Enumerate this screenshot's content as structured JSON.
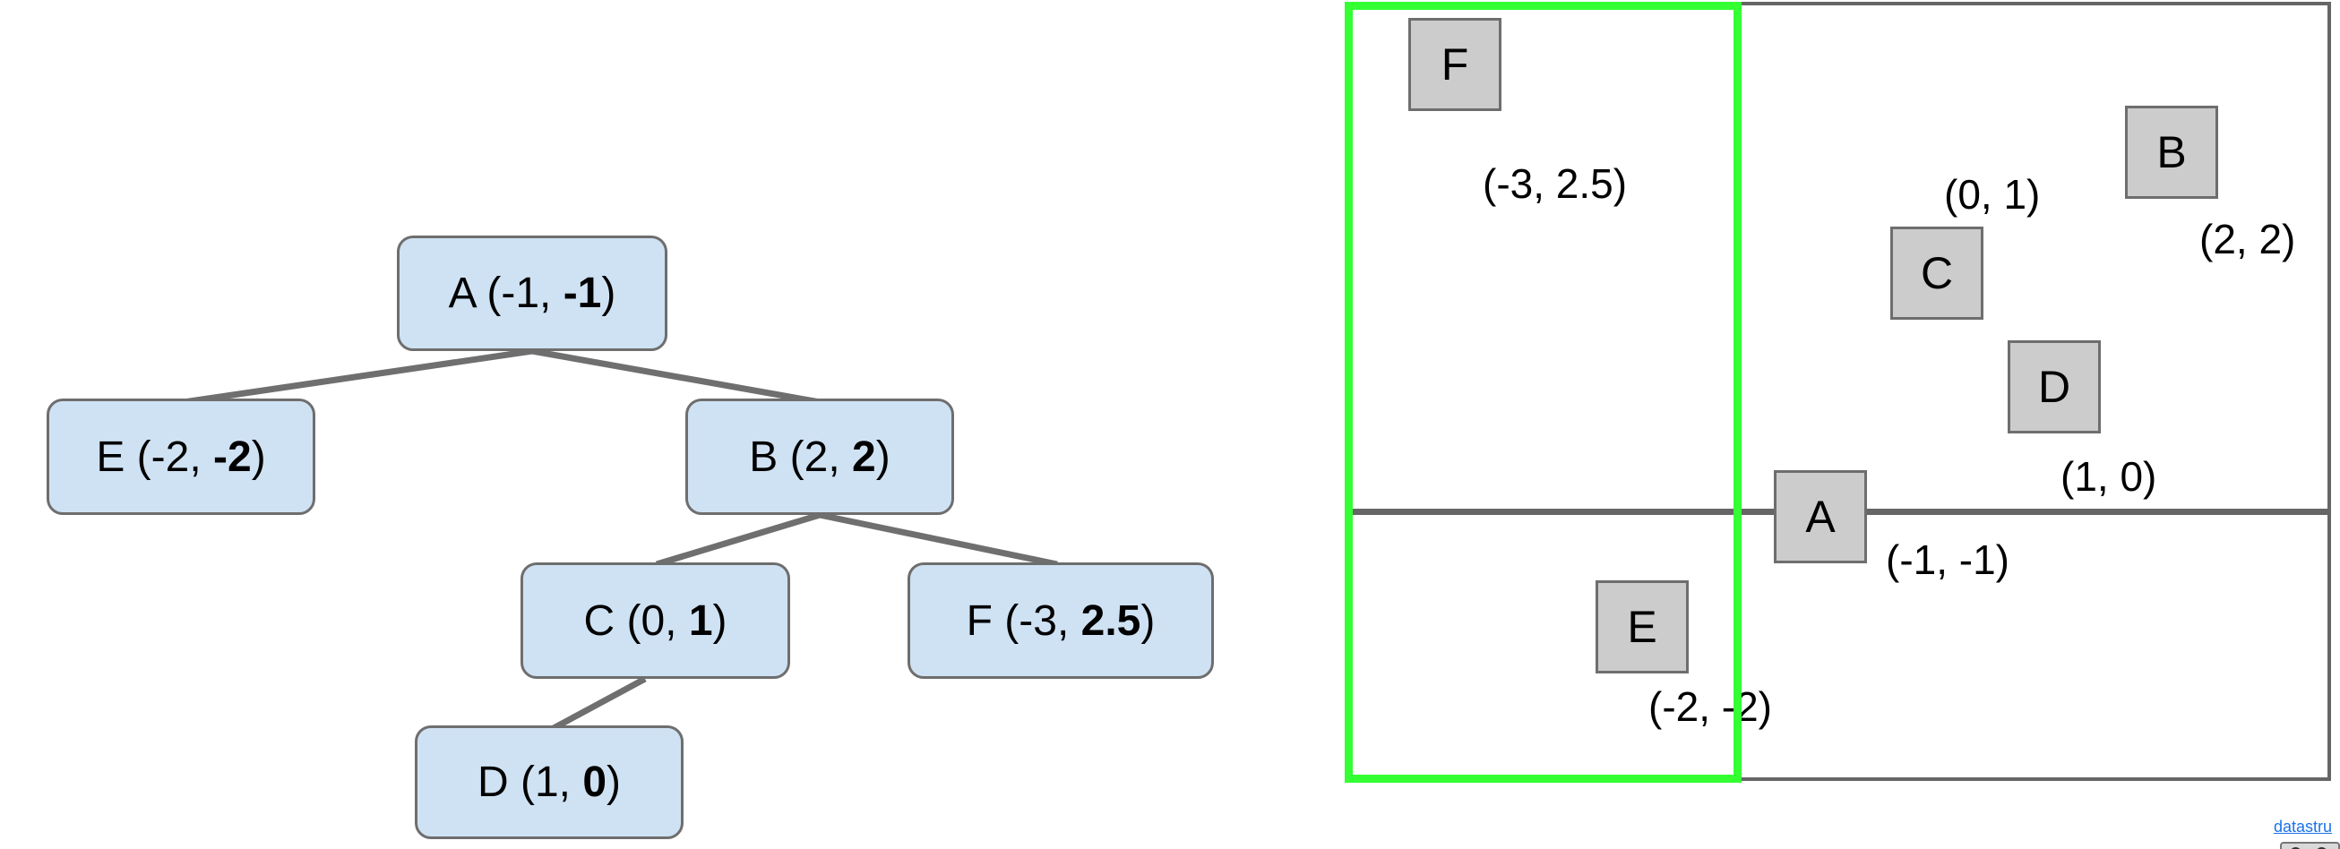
{
  "tree": {
    "nodes": [
      {
        "key": "A",
        "prefix": "A (-1, ",
        "bold_y": "-1",
        "suffix": ")"
      },
      {
        "key": "E",
        "prefix": "E (-2, ",
        "bold_y": "-2",
        "suffix": ")"
      },
      {
        "key": "B",
        "prefix": "B (2, ",
        "bold_y": "2",
        "suffix": ")"
      },
      {
        "key": "C",
        "prefix": "C (0, ",
        "bold_y": "1",
        "suffix": ")"
      },
      {
        "key": "F",
        "prefix": "F (-3, ",
        "bold_y": "2.5",
        "suffix": ")"
      },
      {
        "key": "D",
        "prefix": "D (1, ",
        "bold_y": "0",
        "suffix": ")"
      }
    ],
    "edges": [
      [
        "A",
        "E"
      ],
      [
        "A",
        "B"
      ],
      [
        "B",
        "C"
      ],
      [
        "B",
        "F"
      ],
      [
        "C",
        "D"
      ]
    ]
  },
  "plot": {
    "points": [
      {
        "label": "F",
        "coords": "(-3, 2.5)",
        "x": -3,
        "y": 2.5
      },
      {
        "label": "B",
        "coords": "(2, 2)",
        "x": 2,
        "y": 2
      },
      {
        "label": "C",
        "coords": "(0, 1)",
        "x": 0,
        "y": 1
      },
      {
        "label": "D",
        "coords": "(1, 0)",
        "x": 1,
        "y": 0
      },
      {
        "label": "A",
        "coords": "(-1, -1)",
        "x": -1,
        "y": -1
      },
      {
        "label": "E",
        "coords": "(-2, -2)",
        "x": -2,
        "y": -2
      }
    ],
    "split_line": {
      "orientation": "horizontal",
      "through_point": "A"
    },
    "highlight_rectangle": {
      "color": "#33ff33",
      "position": "left portion of plane, full height"
    }
  },
  "footer": {
    "link_text": "datastru"
  },
  "colors": {
    "tree_node_fill": "#cfe2f3",
    "tree_node_border": "#6e6e6e",
    "edge_gray": "#6f6f6f",
    "plane_border": "#666666",
    "point_box_fill": "#cccccc",
    "highlight_green": "#33ff33",
    "link_blue": "#1a73e8",
    "text": "#000000"
  }
}
